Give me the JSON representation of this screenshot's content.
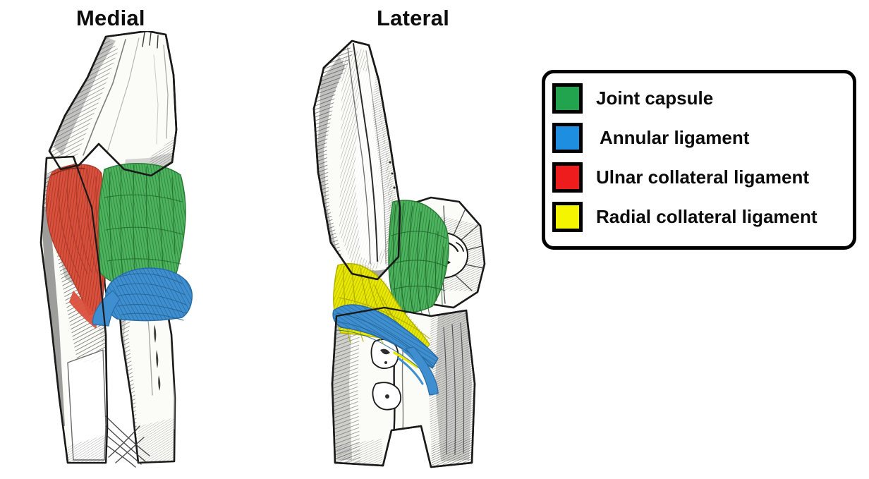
{
  "figures": [
    {
      "title": "Medial",
      "view": "medial-elbow-ligaments"
    },
    {
      "title": "Lateral",
      "view": "lateral-elbow-ligaments"
    }
  ],
  "legend": {
    "items": [
      {
        "label": "Joint capsule",
        "color": "#22a44e",
        "swatch_name": "joint-capsule"
      },
      {
        "label": "Annular ligament",
        "color": "#1e8fe0",
        "swatch_name": "annular-ligament"
      },
      {
        "label": "Ulnar collateral ligament",
        "color": "#ee1c1c",
        "swatch_name": "ulnar-collateral-ligament"
      },
      {
        "label": "Radial collateral ligament",
        "color": "#f5f500",
        "swatch_name": "radial-collateral-ligament"
      }
    ],
    "border_color": "#000000",
    "background": "#ffffff"
  },
  "illustration_colors": {
    "joint_capsule": "#4cb45f",
    "annular_ligament": "#3f8fd0",
    "ulnar_collateral": "#d9503c",
    "radial_collateral": "#e8e800",
    "bone_fill": "#fbfbf8",
    "ink": "#1a1a1a",
    "background": "#ffffff"
  }
}
